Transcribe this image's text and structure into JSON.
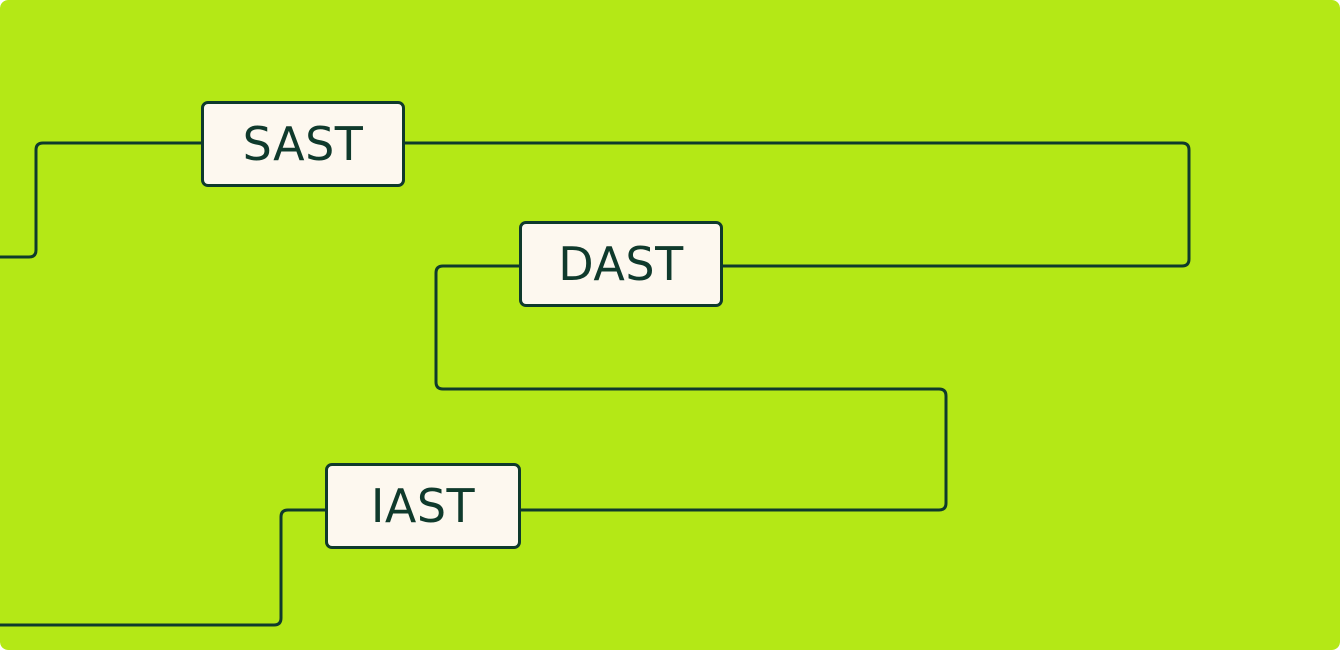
{
  "colors": {
    "background": "#b4e816",
    "line": "#0f3a2c",
    "node_fill": "#fdf8ef",
    "node_text": "#0f3a2c"
  },
  "nodes": {
    "sast": {
      "label": "SAST"
    },
    "dast": {
      "label": "DAST"
    },
    "iast": {
      "label": "IAST"
    }
  }
}
